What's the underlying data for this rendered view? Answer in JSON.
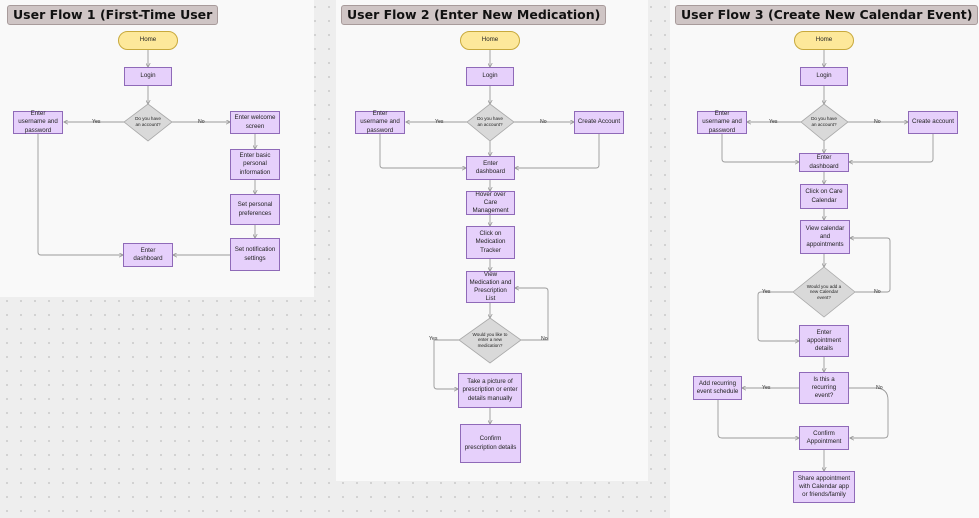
{
  "flow1": {
    "title": "User Flow 1 (First-Time User",
    "home": "Home",
    "login": "Login",
    "decision": "Do you have an account?",
    "yes": "Yes",
    "no": "No",
    "enter_username": "Enter username and password",
    "welcome": "Enter welcome screen",
    "basic_info": "Enter basic personal information",
    "preferences": "Set personal preferences",
    "notifications": "Set notification settings",
    "dashboard": "Enter dashboard"
  },
  "flow2": {
    "title": "User Flow 2 (Enter New Medication)",
    "home": "Home",
    "login": "Login",
    "decision": "Do you have an account?",
    "yes": "Yes",
    "no": "No",
    "enter_username": "Enter username and password",
    "create_account": "Create Account",
    "dashboard": "Enter dashboard",
    "hover": "Hover over Care Management",
    "click_tracker": "Click on Medication Tracker",
    "view_list": "View Medication and Prescription List",
    "decision2": "Would you like to enter a new medication?",
    "yes2": "Yes",
    "no2": "No",
    "take_picture": "Take a picture of prescription or enter details manually",
    "confirm": "Confirm prescription details"
  },
  "flow3": {
    "title": "User Flow 3 (Create New Calendar Event)",
    "home": "Home",
    "login": "Login",
    "decision": "Do you have an account?",
    "yes": "Yes",
    "no": "No",
    "enter_username": "Enter username and password",
    "create_account": "Create account",
    "dashboard": "Enter dashboard",
    "click_calendar": "Click on Care Calendar",
    "view_calendar": "View calendar and appointments",
    "decision2": "Would you add a new Calendar event?",
    "yes2": "Yes",
    "no2": "No",
    "enter_appt": "Enter appointment details",
    "decision3": "Is this a recurring event?",
    "yes3": "Yes",
    "no3": "No",
    "add_recurring": "Add recurring event schedule",
    "confirm": "Confirm Appointment",
    "share": "Share appointment with Calendar app or friends/family"
  }
}
